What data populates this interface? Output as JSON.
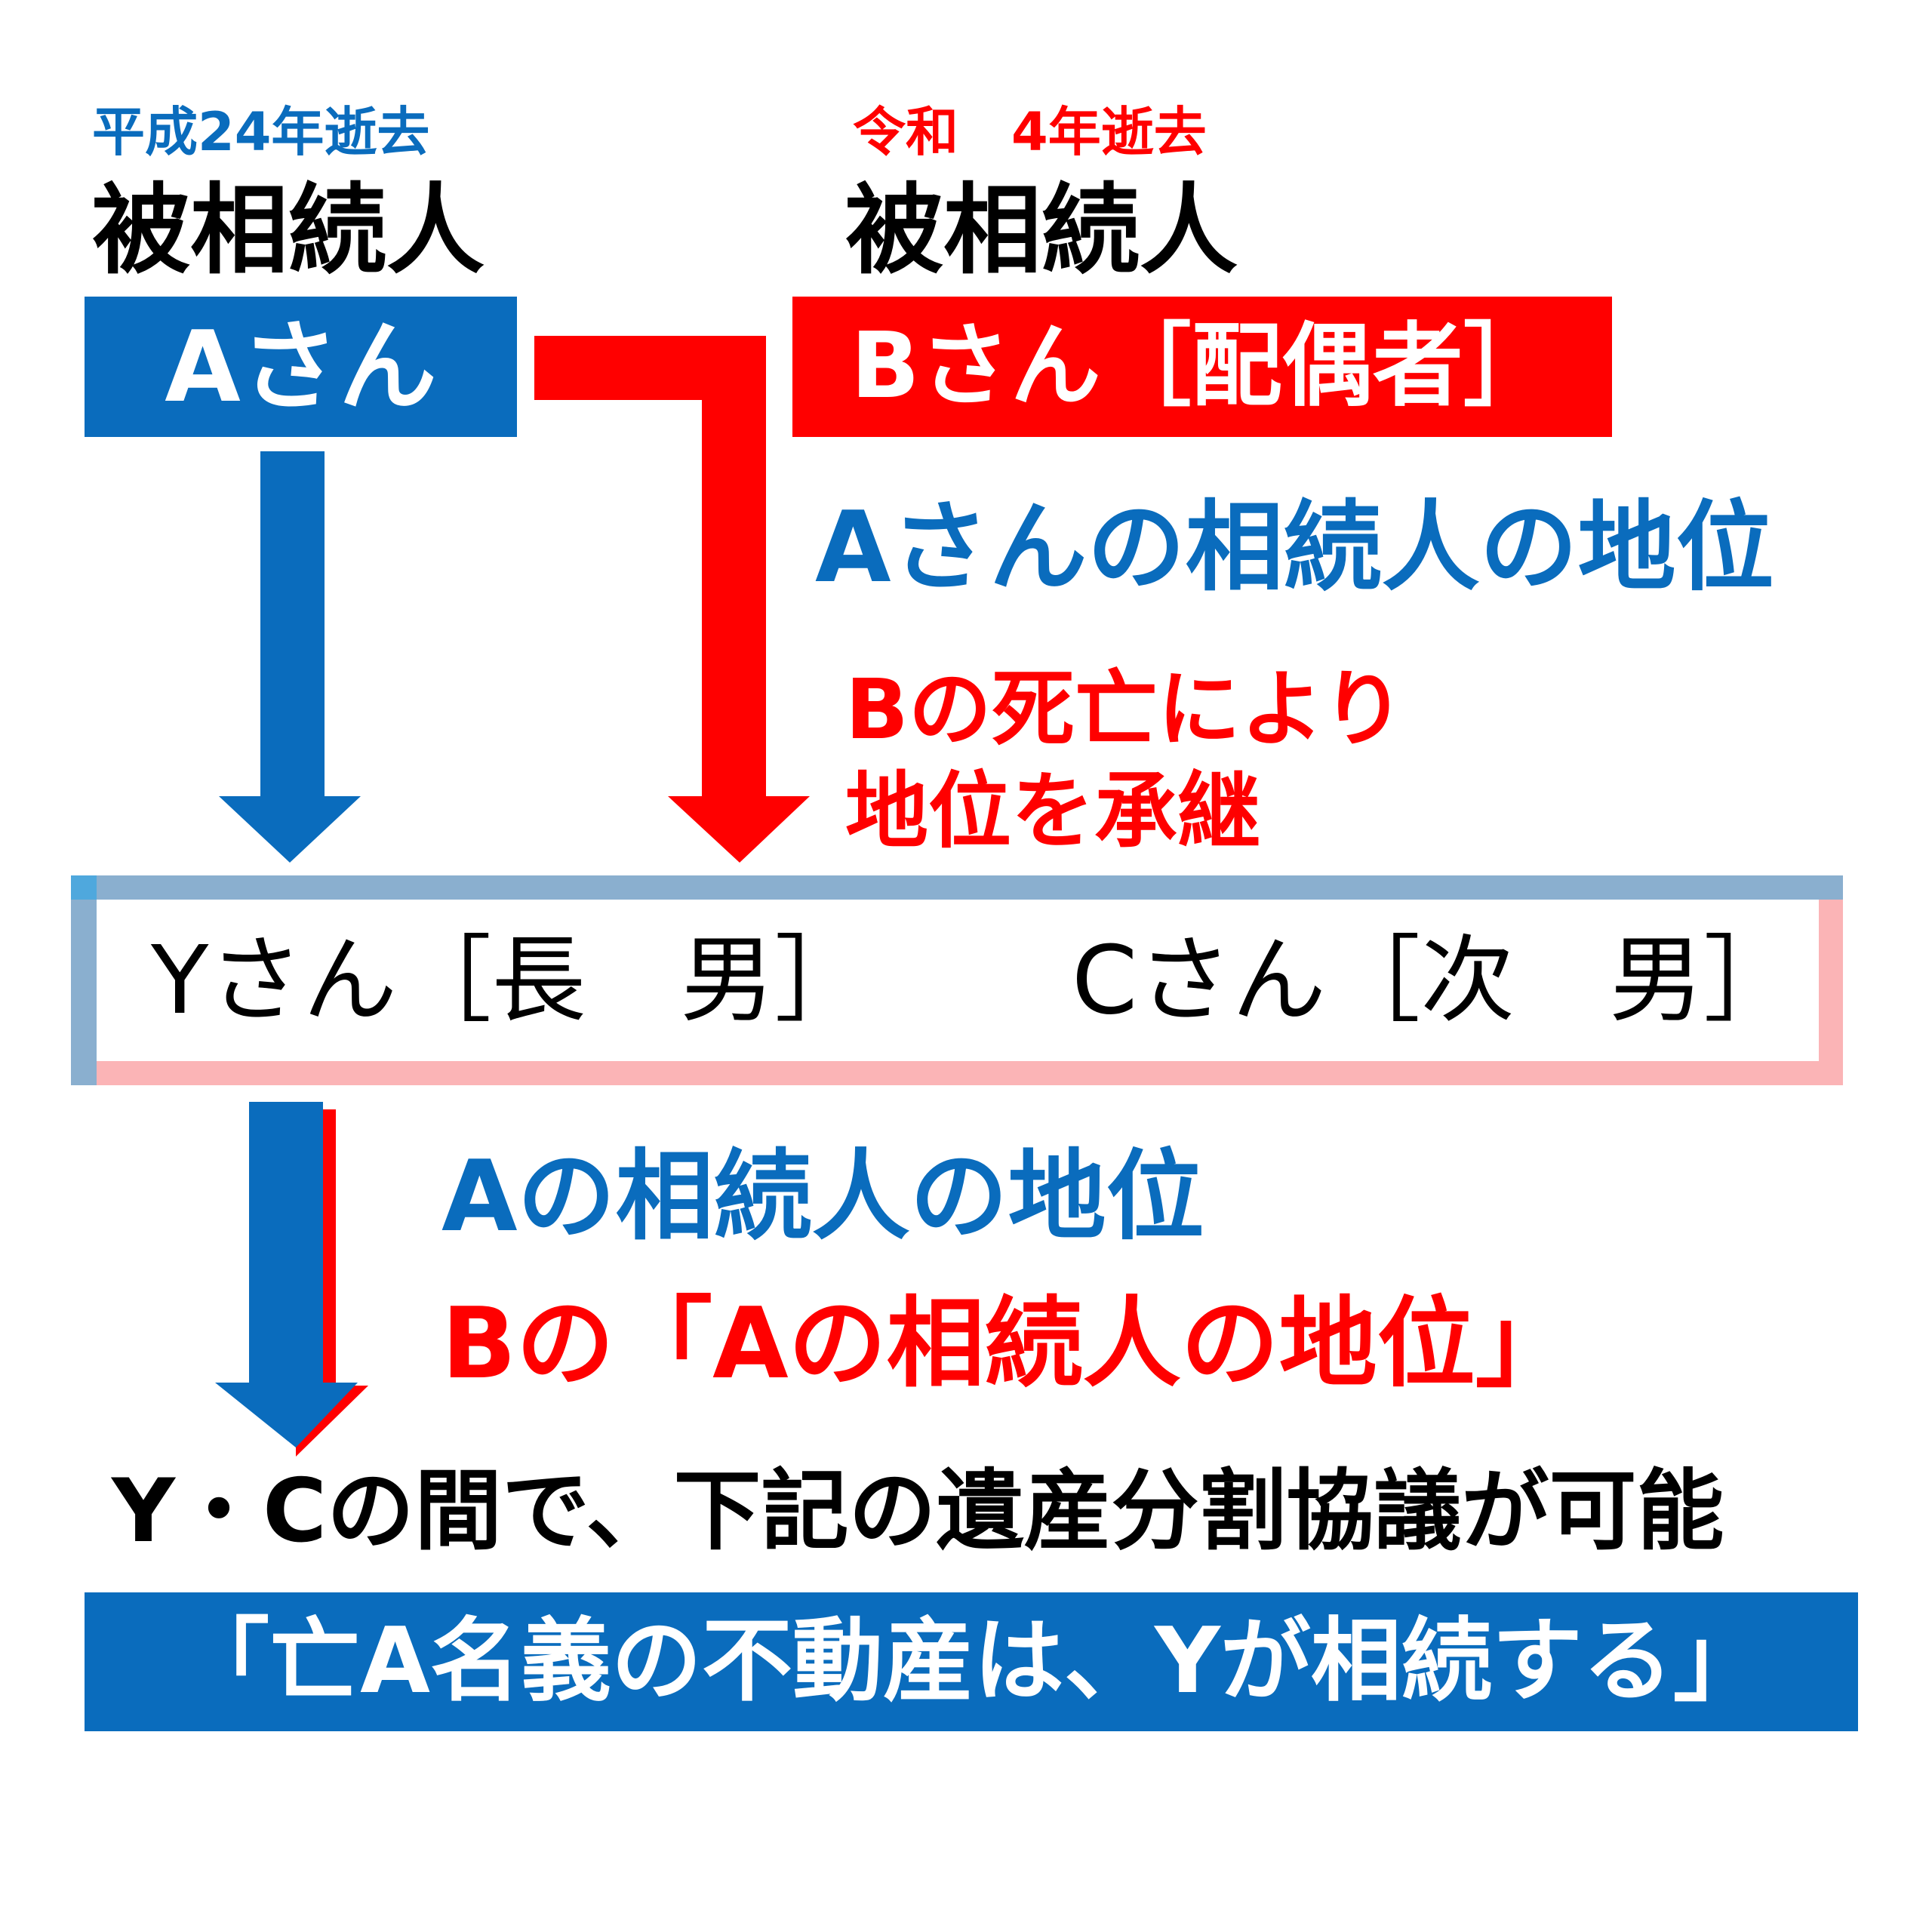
{
  "colors": {
    "blue": "#0a6cbd",
    "red": "#ff0000",
    "light_blue": "#8aafcf",
    "light_pink": "#fbb4b6",
    "black": "#000000",
    "white": "#ffffff"
  },
  "person_a": {
    "date": "平成24年逝去",
    "role": "被相続人",
    "name": "Aさん"
  },
  "person_b": {
    "date": "令和　4年逝去",
    "role": "被相続人",
    "name": "Bさん［配偶者］"
  },
  "notes": {
    "a_heir_status": "Aさんの相続人の地位",
    "b_succession_line1": "Bの死亡により",
    "b_succession_line2": "地位を承継"
  },
  "heirs": {
    "y": "Yさん［長　男］",
    "c": "Cさん［次　男］"
  },
  "inherited": {
    "a_status": "Aの相続人の地位",
    "b_status": "Bの「Aの相続人の地位」"
  },
  "conclusion": {
    "statement": "Y・Cの間で、下記の遺産分割協議が可能",
    "agreement": "「亡A名義の不動産は、Yが相続する」"
  }
}
